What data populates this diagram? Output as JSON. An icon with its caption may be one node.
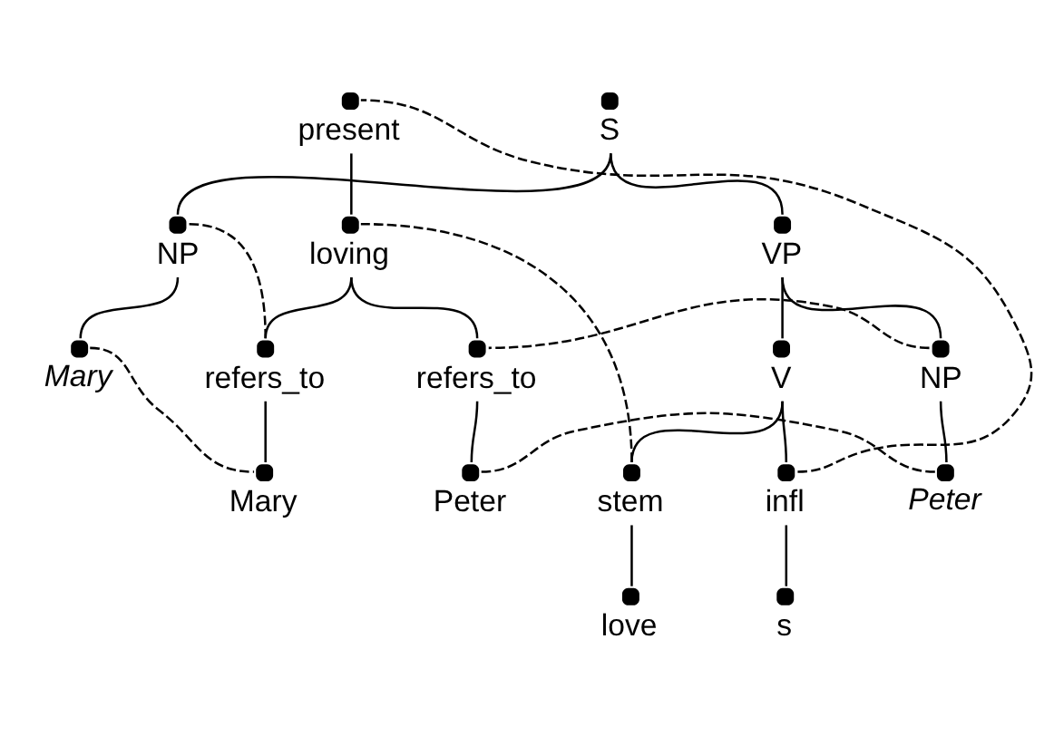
{
  "diagram": {
    "nodes": [
      {
        "text": [
          "S"
        ]
      },
      {
        "text": [
          "present"
        ]
      },
      {
        "text": [
          "NP"
        ]
      },
      {
        "text": [
          "VP"
        ]
      },
      {
        "text": [
          "loving"
        ]
      },
      {
        "text": [
          "Mary"
        ]
      },
      {
        "text": [
          "V"
        ]
      },
      {
        "text": [
          "NP"
        ]
      },
      {
        "text": [
          "refers_to"
        ]
      },
      {
        "text": [
          "refers_to"
        ]
      },
      {
        "text": [
          "stem"
        ]
      },
      {
        "text": [
          "infl"
        ]
      },
      {
        "text": [
          "Peter"
        ]
      },
      {
        "text": [
          "Mary"
        ]
      },
      {
        "text": [
          "Peter"
        ]
      },
      {
        "text": [
          "love"
        ]
      },
      {
        "text": [
          "s"
        ]
      }
    ],
    "edges": [
      {
        "from": 0,
        "to": 2,
        "arrow": "none"
      },
      {
        "from": 0,
        "to": 3,
        "arrow": "none"
      },
      {
        "from": 2,
        "to": 5,
        "arrow": "none"
      },
      {
        "from": 3,
        "to": 6,
        "arrow": "none"
      },
      {
        "from": 3,
        "to": 7,
        "arrow": "none"
      },
      {
        "from": 6,
        "to": 10,
        "arrow": "none"
      },
      {
        "from": 6,
        "to": 11,
        "arrow": "none"
      },
      {
        "from": 7,
        "to": 12,
        "arrow": "none"
      },
      {
        "from": 10,
        "to": 15,
        "arrow": "none"
      },
      {
        "from": 11,
        "to": 16,
        "arrow": "none"
      },
      {
        "from": 1,
        "to": 4,
        "arrow": "none"
      },
      {
        "from": 4,
        "to": 8,
        "arrow": "none"
      },
      {
        "from": 4,
        "to": 9,
        "arrow": "none"
      },
      {
        "from": 8,
        "to": 13,
        "arrow": "none"
      },
      {
        "from": 9,
        "to": 14,
        "arrow": "none"
      },
      {
        "from": 2,
        "to": 8,
        "arrow": "none",
        "style": "dashed"
      },
      {
        "from": 10,
        "to": 4,
        "arrow": "none",
        "style": "dashed"
      },
      {
        "from": 11,
        "to": 1,
        "arrow": "none",
        "style": "dashed"
      },
      {
        "from": 7,
        "to": 9,
        "arrow": "none",
        "style": "dashed"
      },
      {
        "from": 12,
        "to": 14,
        "arrow": "none",
        "style": "dashed"
      },
      {
        "from": 5,
        "to": 13,
        "arrow": "none",
        "style": "dashed"
      }
    ]
  }
}
